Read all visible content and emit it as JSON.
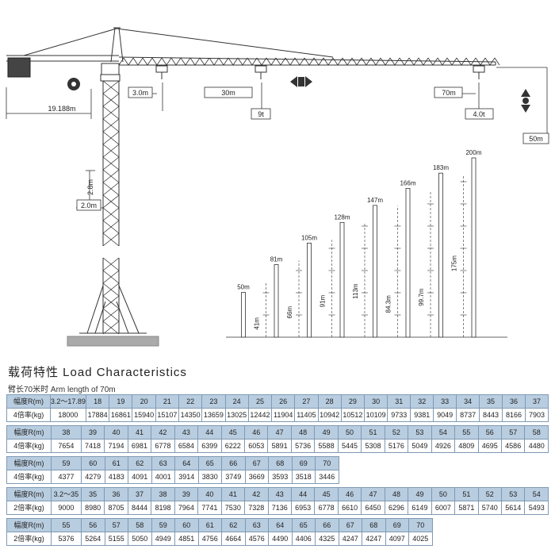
{
  "crane": {
    "arm_length_label": "70m",
    "counter_jib_label": "19.188m",
    "trolley_min_label": "3.0m",
    "trolley_mid_label": "30m",
    "trolley_mid_load": "9t",
    "trolley_max_label": "70m",
    "tip_load": "4.0t",
    "hook_height_label": "50m",
    "mast_section_height": "2.8m",
    "mast_section_width": "2.0m"
  },
  "heights": {
    "free": [
      "50m",
      "81m",
      "105m",
      "128m",
      "147m",
      "166m",
      "183m",
      "200m"
    ],
    "anchored": [
      "41m",
      "66m",
      "91m",
      "113m",
      "84.3m",
      "99.7m",
      "175m"
    ]
  },
  "load": {
    "title": "载荷特性 Load Characteristics",
    "subtitle": "臂长70米时 Arm  length of 70m",
    "tables": [
      {
        "radius_label": "幅度R(m)",
        "load_label": "4倍率(kg)",
        "radius": [
          "3.2～17.89",
          "18",
          "19",
          "20",
          "21",
          "22",
          "23",
          "24",
          "25",
          "26",
          "27",
          "28",
          "29",
          "30",
          "31",
          "32",
          "33",
          "34",
          "35",
          "36",
          "37"
        ],
        "values": [
          "18000",
          "17884",
          "16861",
          "15940",
          "15107",
          "14350",
          "13659",
          "13025",
          "12442",
          "11904",
          "11405",
          "10942",
          "10512",
          "10109",
          "9733",
          "9381",
          "9049",
          "8737",
          "8443",
          "8166",
          "7903"
        ]
      },
      {
        "radius_label": "幅度R(m)",
        "load_label": "4倍率(kg)",
        "radius": [
          "38",
          "39",
          "40",
          "41",
          "42",
          "43",
          "44",
          "45",
          "46",
          "47",
          "48",
          "49",
          "50",
          "51",
          "52",
          "53",
          "54",
          "55",
          "56",
          "57",
          "58"
        ],
        "values": [
          "7654",
          "7418",
          "7194",
          "6981",
          "6778",
          "6584",
          "6399",
          "6222",
          "6053",
          "5891",
          "5736",
          "5588",
          "5445",
          "5308",
          "5176",
          "5049",
          "4926",
          "4809",
          "4695",
          "4586",
          "4480"
        ]
      },
      {
        "radius_label": "幅度R(m)",
        "load_label": "4倍率(kg)",
        "radius": [
          "59",
          "60",
          "61",
          "62",
          "63",
          "64",
          "65",
          "66",
          "67",
          "68",
          "69",
          "70"
        ],
        "values": [
          "4377",
          "4279",
          "4183",
          "4091",
          "4001",
          "3914",
          "3830",
          "3749",
          "3669",
          "3593",
          "3518",
          "3446"
        ]
      },
      {
        "radius_label": "幅度R(m)",
        "load_label": "2倍率(kg)",
        "radius": [
          "3.2～35",
          "35",
          "36",
          "37",
          "38",
          "39",
          "40",
          "41",
          "42",
          "43",
          "44",
          "45",
          "46",
          "47",
          "48",
          "49",
          "50",
          "51",
          "52",
          "53",
          "54"
        ],
        "values": [
          "9000",
          "8980",
          "8705",
          "8444",
          "8198",
          "7964",
          "7741",
          "7530",
          "7328",
          "7136",
          "6953",
          "6778",
          "6610",
          "6450",
          "6296",
          "6149",
          "6007",
          "5871",
          "5740",
          "5614",
          "5493"
        ]
      },
      {
        "radius_label": "幅度R(m)",
        "load_label": "2倍率(kg)",
        "radius": [
          "55",
          "56",
          "57",
          "58",
          "59",
          "60",
          "61",
          "62",
          "63",
          "64",
          "65",
          "66",
          "67",
          "68",
          "69",
          "70"
        ],
        "values": [
          "5376",
          "5264",
          "5155",
          "5050",
          "4949",
          "4851",
          "4756",
          "4664",
          "4576",
          "4490",
          "4406",
          "4325",
          "4247",
          "4247",
          "4097",
          "4025"
        ]
      }
    ]
  }
}
